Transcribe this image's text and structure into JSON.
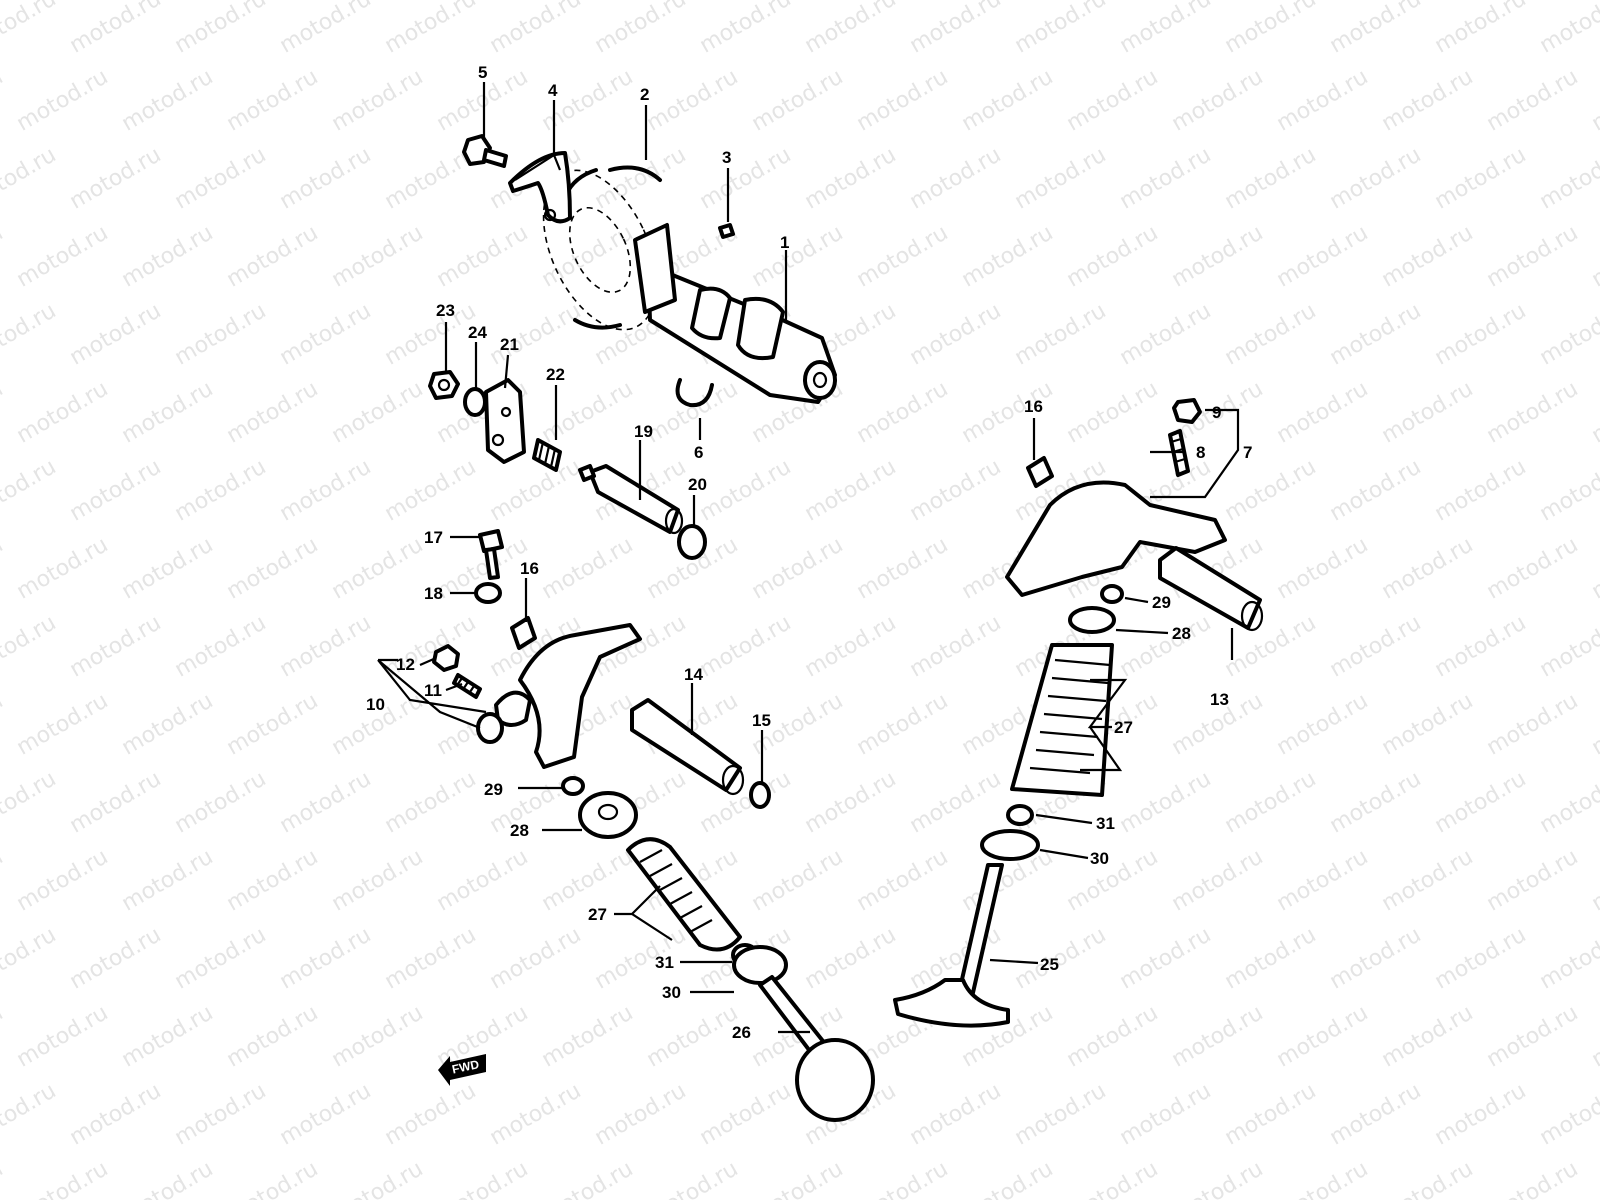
{
  "watermark": {
    "text": "motod.ru"
  },
  "front_marker": {
    "text": "FWD"
  },
  "callouts": [
    {
      "id": "c1",
      "text": "1"
    },
    {
      "id": "c2",
      "text": "2"
    },
    {
      "id": "c3",
      "text": "3"
    },
    {
      "id": "c4",
      "text": "4"
    },
    {
      "id": "c5",
      "text": "5"
    },
    {
      "id": "c6",
      "text": "6"
    },
    {
      "id": "c7",
      "text": "7"
    },
    {
      "id": "c8",
      "text": "8"
    },
    {
      "id": "c9",
      "text": "9"
    },
    {
      "id": "c10",
      "text": "10"
    },
    {
      "id": "c11",
      "text": "11"
    },
    {
      "id": "c12",
      "text": "12"
    },
    {
      "id": "c13",
      "text": "13"
    },
    {
      "id": "c14",
      "text": "14"
    },
    {
      "id": "c15",
      "text": "15"
    },
    {
      "id": "c16a",
      "text": "16"
    },
    {
      "id": "c16b",
      "text": "16"
    },
    {
      "id": "c17",
      "text": "17"
    },
    {
      "id": "c18",
      "text": "18"
    },
    {
      "id": "c19",
      "text": "19"
    },
    {
      "id": "c20",
      "text": "20"
    },
    {
      "id": "c21",
      "text": "21"
    },
    {
      "id": "c22",
      "text": "22"
    },
    {
      "id": "c23",
      "text": "23"
    },
    {
      "id": "c24",
      "text": "24"
    },
    {
      "id": "c25",
      "text": "25"
    },
    {
      "id": "c26",
      "text": "26"
    },
    {
      "id": "c27a",
      "text": "27"
    },
    {
      "id": "c27b",
      "text": "27"
    },
    {
      "id": "c28a",
      "text": "28"
    },
    {
      "id": "c28b",
      "text": "28"
    },
    {
      "id": "c29a",
      "text": "29"
    },
    {
      "id": "c29b",
      "text": "29"
    },
    {
      "id": "c30a",
      "text": "30"
    },
    {
      "id": "c30b",
      "text": "30"
    },
    {
      "id": "c31a",
      "text": "31"
    },
    {
      "id": "c31b",
      "text": "31"
    }
  ]
}
